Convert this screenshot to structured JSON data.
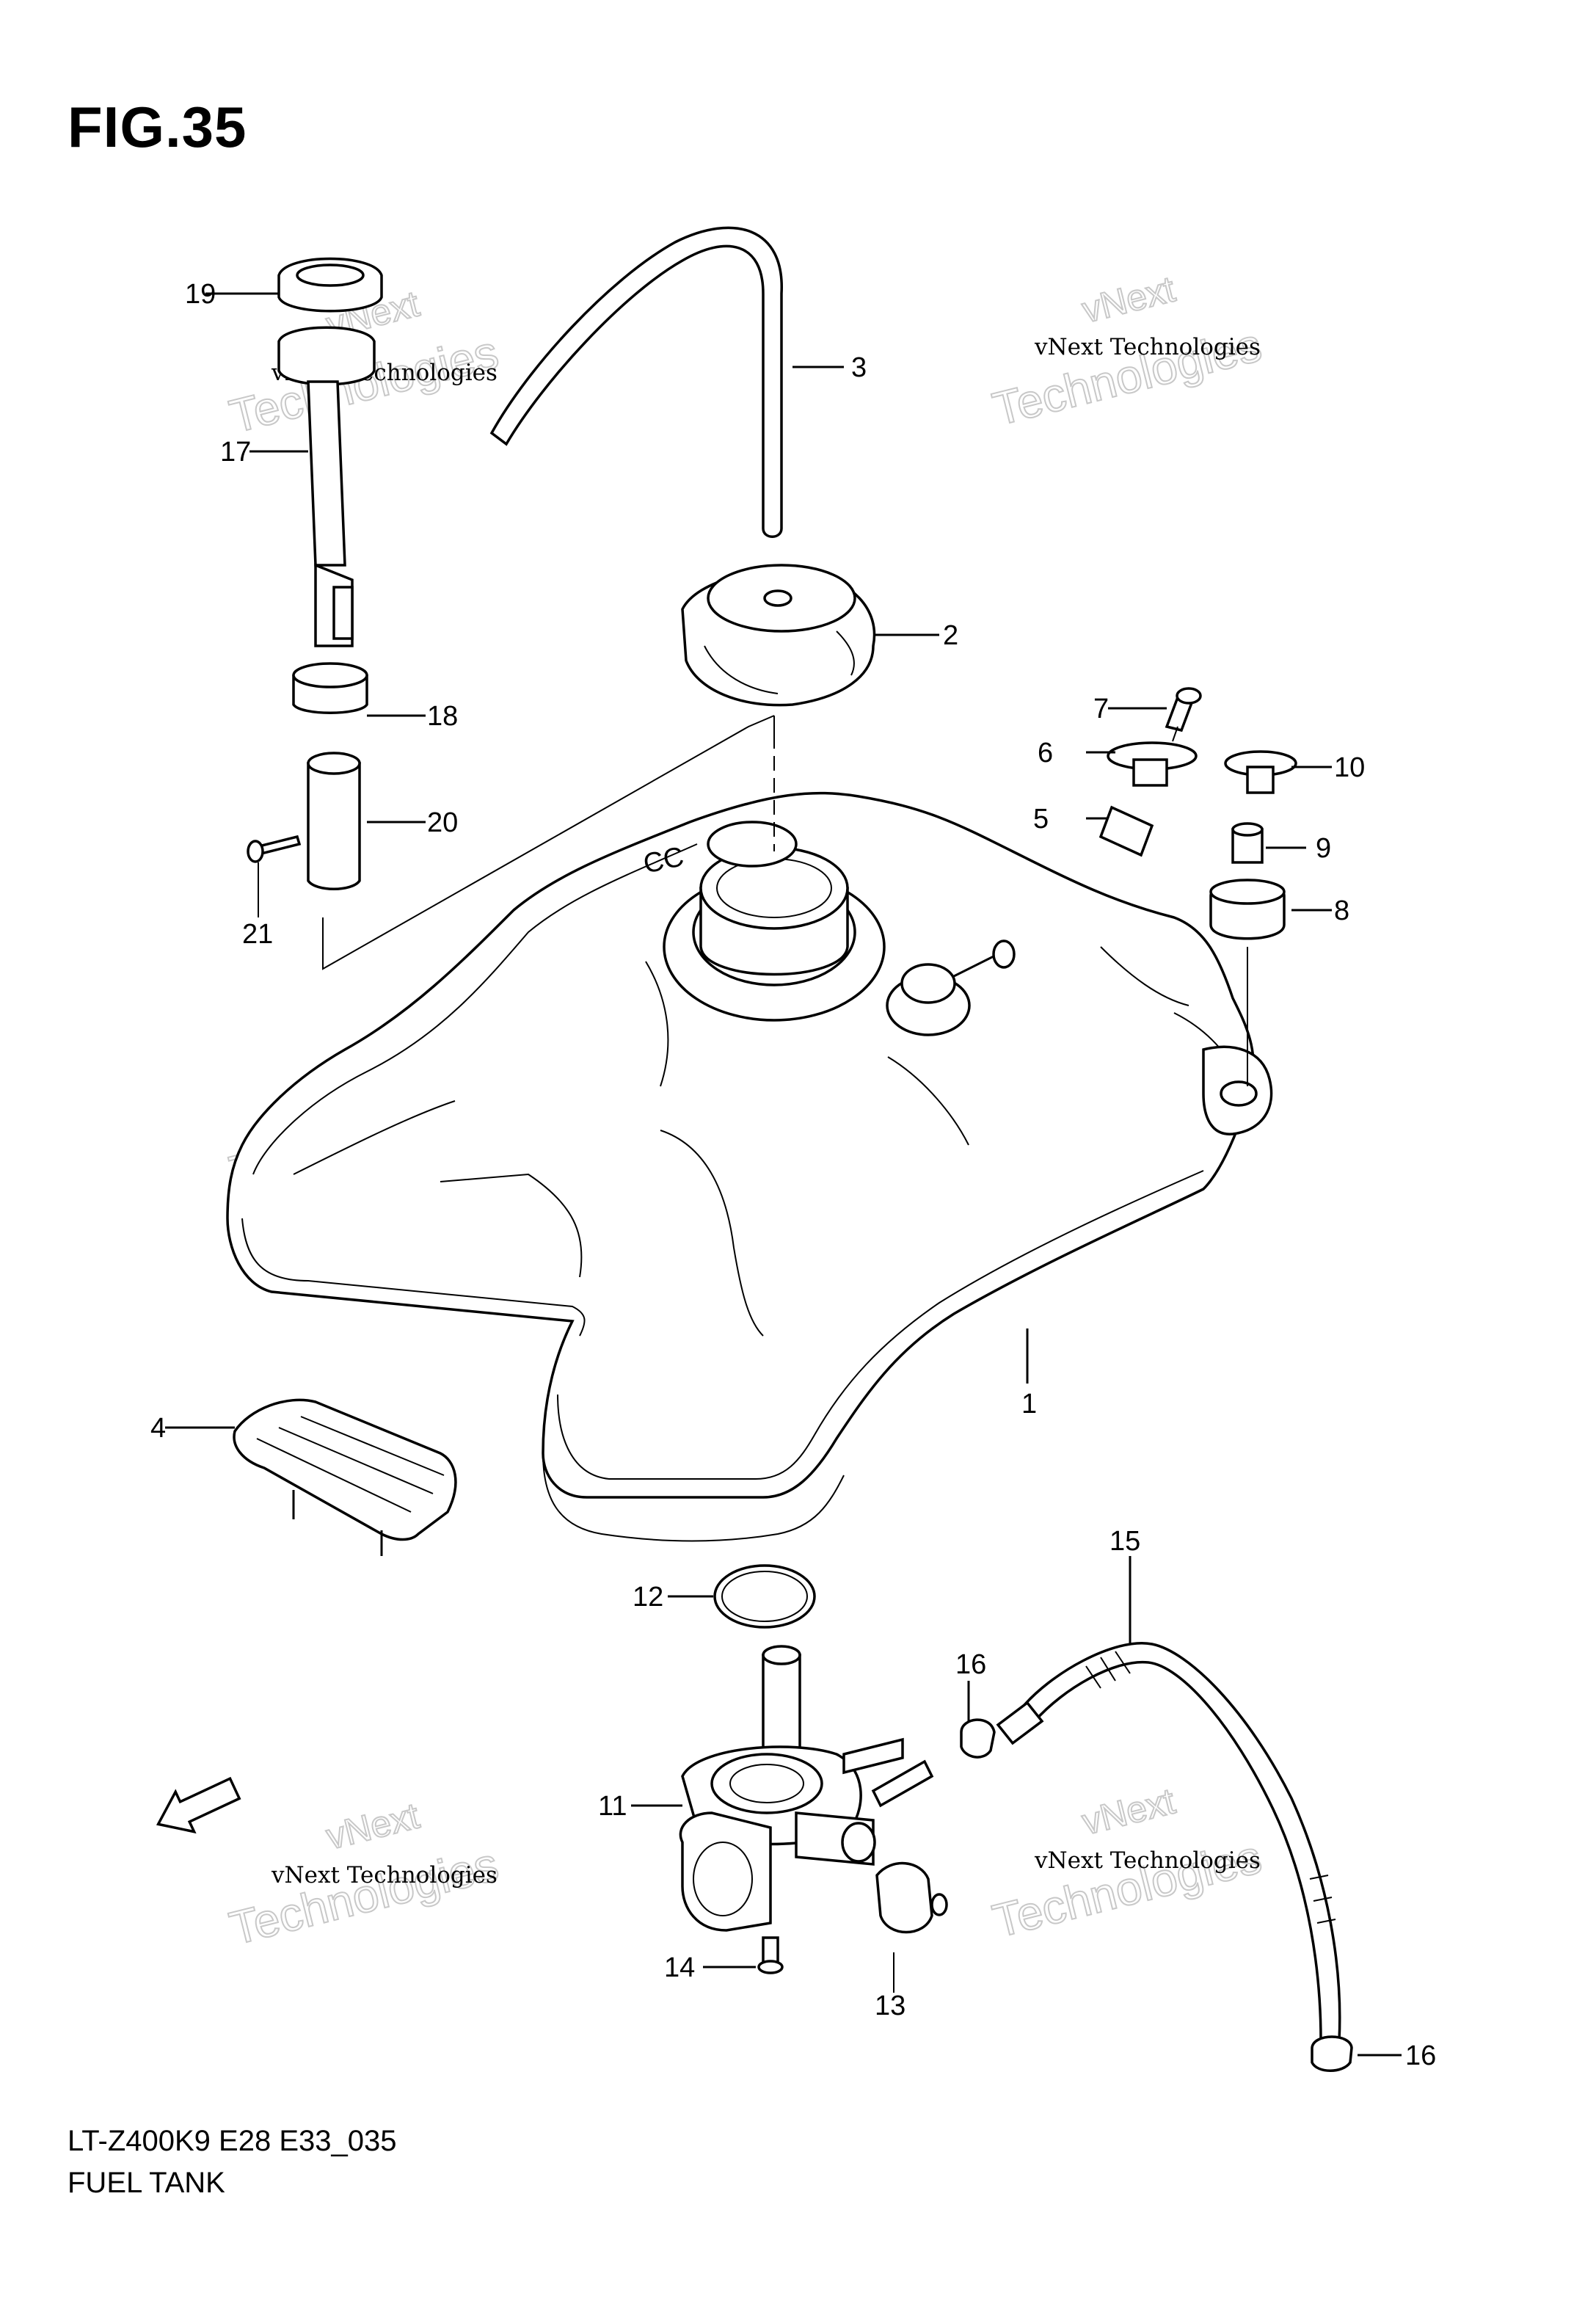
{
  "figure_label": "FIG.35",
  "model_code": "LT-Z400K9 E28 E33_035",
  "diagram_title": "FUEL TANK",
  "watermark": {
    "line1": "vNext Technologies",
    "line2": "Technologies",
    "line3": "vNext"
  },
  "direction_indicator": "FWD",
  "tank_marking": "CC",
  "callouts": {
    "p1": "1",
    "p2": "2",
    "p3": "3",
    "p4": "4",
    "p5": "5",
    "p6": "6",
    "p7": "7",
    "p8": "8",
    "p9": "9",
    "p10": "10",
    "p11": "11",
    "p12": "12",
    "p13": "13",
    "p14": "14",
    "p15": "15",
    "p16a": "16",
    "p16b": "16",
    "p17": "17",
    "p18": "18",
    "p19": "19",
    "p20": "20",
    "p21": "21"
  }
}
